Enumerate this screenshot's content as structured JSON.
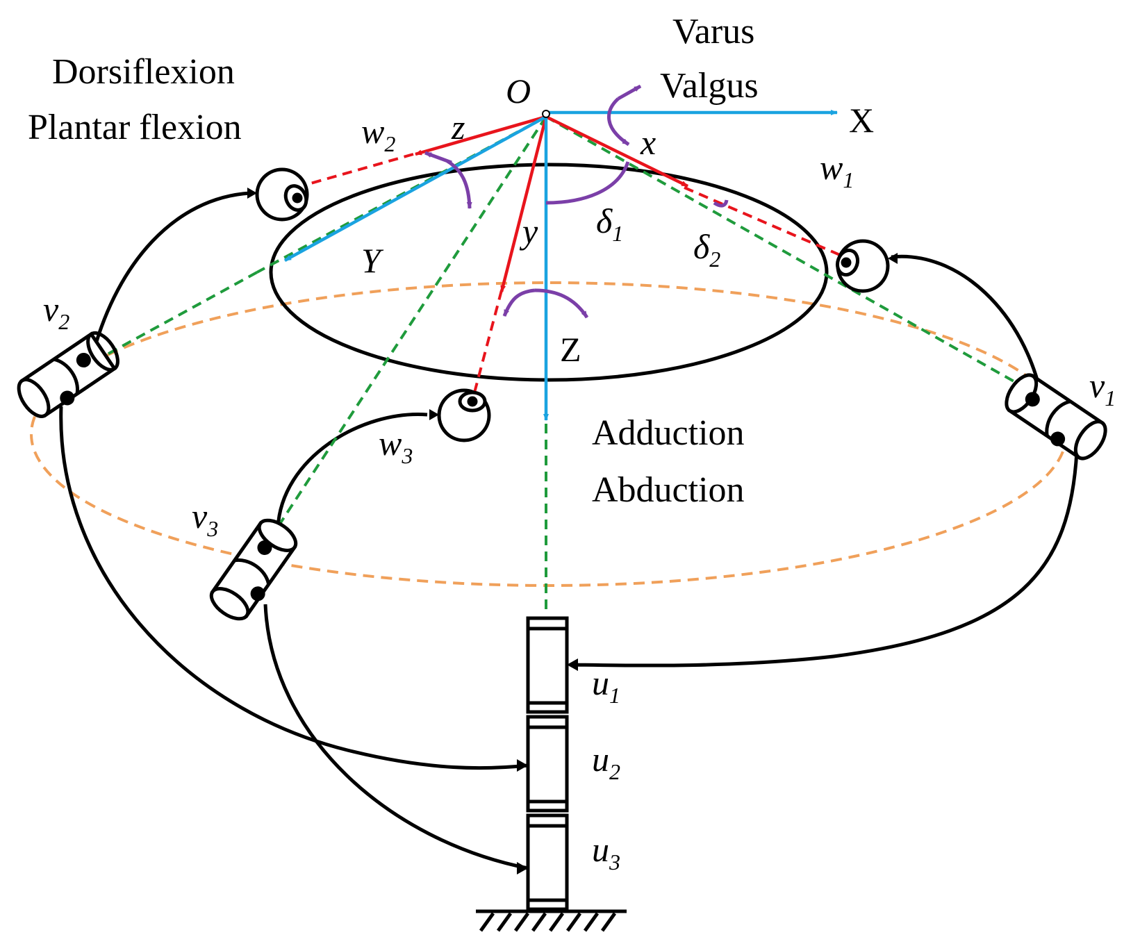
{
  "colors": {
    "red": "#e8141c",
    "blue": "#1aa3e0",
    "green": "#1f9b3c",
    "orange": "#f0a05a",
    "purple": "#7b3fa8",
    "black": "#000000"
  },
  "labels": {
    "motion_top": {
      "line1": "Varus",
      "line2": "Valgus"
    },
    "motion_left": {
      "line1": "Dorsiflexion",
      "line2": "Plantar flexion"
    },
    "motion_bottom": {
      "line1": "Adduction",
      "line2": "Abduction"
    },
    "origin": "O",
    "X": "X",
    "Y": "Y",
    "Z": "Z",
    "x": "x",
    "y": "y",
    "z": "z",
    "w1": {
      "base": "w",
      "sub": "1"
    },
    "w2": {
      "base": "w",
      "sub": "2"
    },
    "w3": {
      "base": "w",
      "sub": "3"
    },
    "v1": {
      "base": "v",
      "sub": "1"
    },
    "v2": {
      "base": "v",
      "sub": "2"
    },
    "v3": {
      "base": "v",
      "sub": "3"
    },
    "u1": {
      "base": "u",
      "sub": "1"
    },
    "u2": {
      "base": "u",
      "sub": "2"
    },
    "u3": {
      "base": "u",
      "sub": "3"
    },
    "delta1": {
      "base": "δ",
      "sub": "1"
    },
    "delta2": {
      "base": "δ",
      "sub": "2"
    }
  }
}
